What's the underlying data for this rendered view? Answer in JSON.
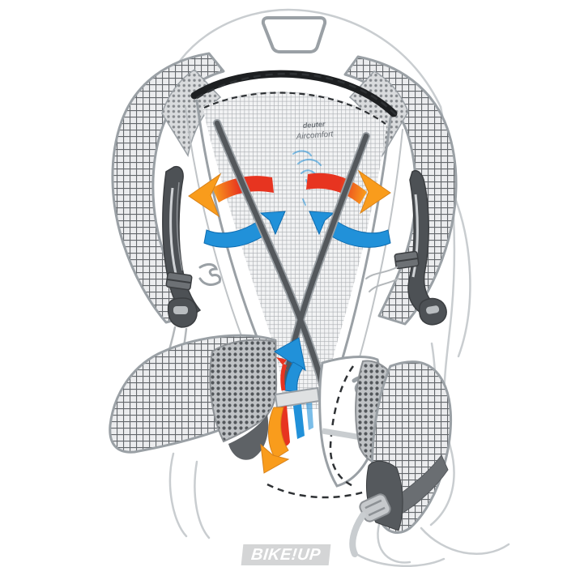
{
  "page": {
    "background": "#ffffff"
  },
  "illustration": {
    "name": "backpack-back-ventilation-diagram",
    "back_print": {
      "brand": "deuter",
      "system": "Aircomfort"
    },
    "airflow": {
      "cool_air_arrows": [
        "cool-air-in-left",
        "cool-air-in-right",
        "cool-air-up-lumbar"
      ],
      "warm_air_arrows": [
        "warm-air-out-left",
        "warm-air-out-right",
        "warm-air-out-lumbar"
      ]
    }
  },
  "watermark": {
    "text": "BIKE!UP"
  },
  "colors": {
    "warm-red": "#e73420",
    "warm-orange": "#f99c1c",
    "warm-orange-edge": "#d8821a",
    "cool-blue": "#2191d9",
    "cool-blue-dark": "#0e6cb0",
    "outline": "#9aa0a5",
    "outline-faint": "#c9cdd0",
    "webbing-dark": "#4d5155",
    "frame-band": "#1d1f21",
    "shadow-gray": "#5e6266",
    "watermark-bg": "#d4d5d6",
    "watermark-text": "#ffffff"
  }
}
